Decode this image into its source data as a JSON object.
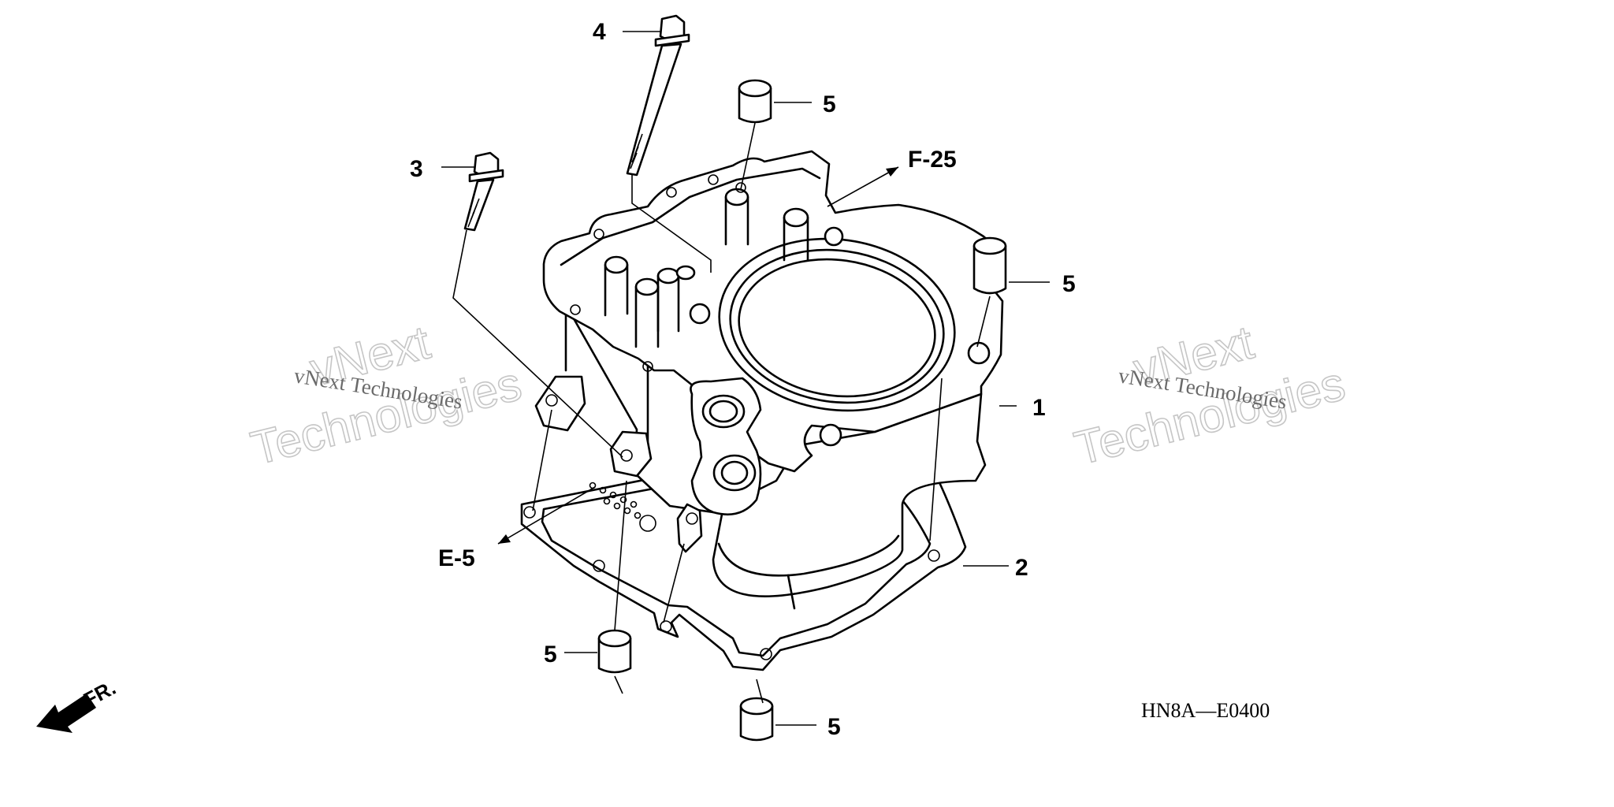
{
  "parts": [
    {
      "id": "cylinder",
      "callout": "1"
    },
    {
      "id": "gasket",
      "callout": "2"
    },
    {
      "id": "short-bolt",
      "callout": "3"
    },
    {
      "id": "long-bolt",
      "callout": "4"
    },
    {
      "id": "dowel-pin",
      "callout": "5"
    }
  ],
  "references": {
    "head_group": "F-25",
    "crankcase_group": "E-5"
  },
  "diagram_code": "HN8A—E0400",
  "front_indicator": "FR.",
  "watermarks": {
    "large_line1": "vNext",
    "large_line2": "Technologies",
    "small": "vNext Technologies"
  },
  "colors": {
    "line": "#000000",
    "background": "#ffffff",
    "watermark_outline": "#c6c6c6",
    "watermark_text": "#6a6a6a"
  }
}
